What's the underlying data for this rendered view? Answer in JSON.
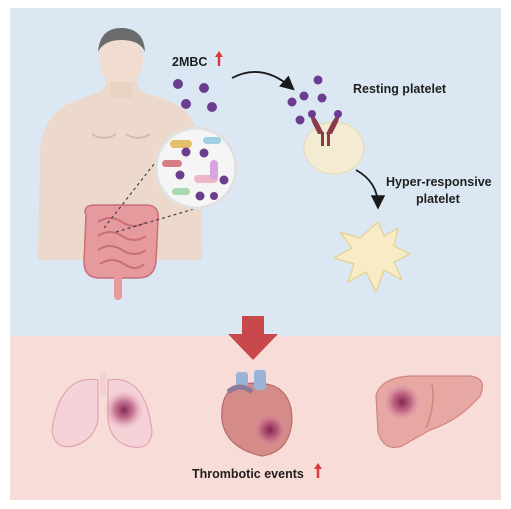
{
  "labels": {
    "metabolite": "2MBC",
    "resting_platelet": "Resting platelet",
    "hyper_line1": "Hyper-responsive",
    "hyper_line2": "platelet",
    "outcome": "Thrombotic events"
  },
  "colors": {
    "top_panel_bg": "#dbe8f3",
    "bottom_panel_bg": "#f8dcd7",
    "increase_arrow": "#d8393a",
    "down_arrow": "#c9484c",
    "metabolite_dot": "#6a3d8f",
    "platelet": "#f7ecc5",
    "receptor": "#8b3a4a"
  },
  "icons": {
    "person": "human-torso-icon",
    "gut": "intestine-icon",
    "microbiome": "gut-microbiota-magnifier-icon",
    "lungs": "lungs-icon",
    "heart": "heart-icon",
    "liver": "liver-icon"
  }
}
